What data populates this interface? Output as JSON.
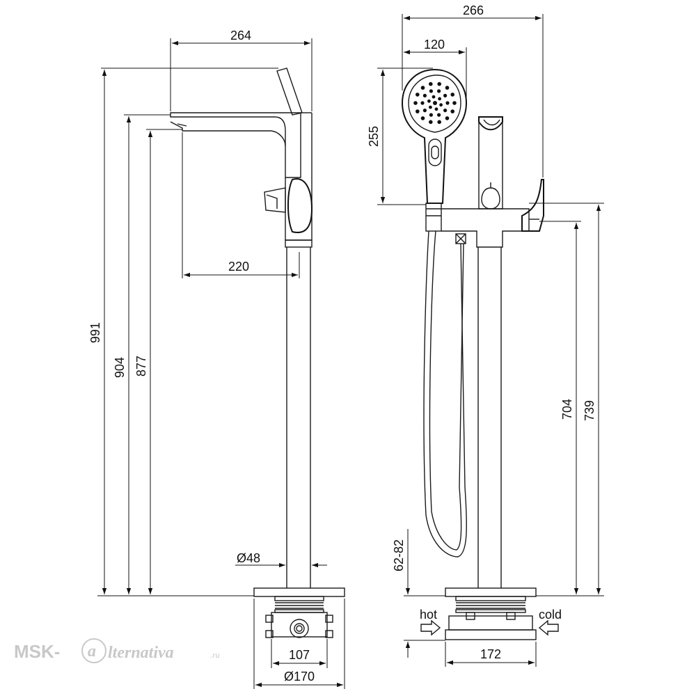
{
  "dimensions": {
    "left_width_top": "264",
    "left_spout_reach": "220",
    "left_height_total": "991",
    "left_height_spout_top": "904",
    "left_height_spout_outlet": "877",
    "left_pipe_diameter": "Ø48",
    "left_box_width": "107",
    "left_base_diameter": "Ø170",
    "right_width_total": "266",
    "right_head_width": "120",
    "right_head_height": "255",
    "right_height_lower": "704",
    "right_height_upper": "739",
    "right_floor_depth": "62-82",
    "right_box_width": "172"
  },
  "labels": {
    "hot": "hot",
    "cold": "cold"
  },
  "watermark": {
    "prefix": "MSK-",
    "script_letter": "a",
    "rest": "lternativa",
    "suffix": ".ru"
  },
  "colors": {
    "line": "#111111",
    "watermark": "#c8c8c8"
  }
}
